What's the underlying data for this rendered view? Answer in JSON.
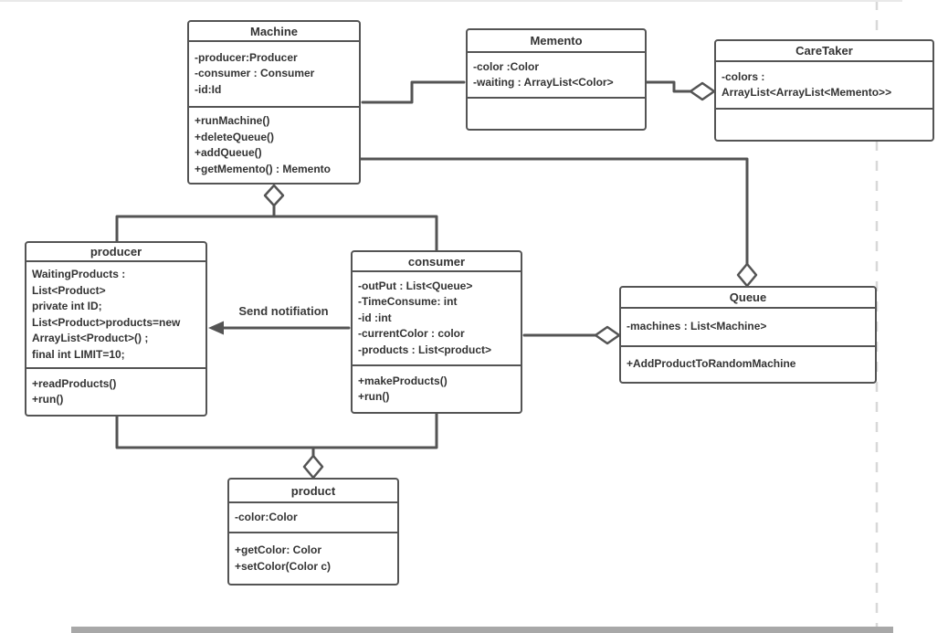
{
  "diagram": {
    "classes": {
      "machine": {
        "name": "Machine",
        "attributes": [
          "-producer:Producer",
          "-consumer : Consumer",
          "-id:Id"
        ],
        "methods": [
          "+runMachine()",
          "+deleteQueue()",
          "+addQueue()",
          "+getMemento() : Memento"
        ]
      },
      "memento": {
        "name": "Memento",
        "attributes": [
          "-color :Color",
          "-waiting : ArrayList<Color>"
        ],
        "methods": []
      },
      "caretaker": {
        "name": "CareTaker",
        "attributes": [
          "-colors :",
          "ArrayList<ArrayList<Memento>>"
        ],
        "methods": []
      },
      "producer": {
        "name": "producer",
        "attributes": [
          "WaitingProducts :",
          "List<Product>",
          "private int ID;",
          "List<Product>products=new",
          "ArrayList<Product>() ;",
          "final int LIMIT=10;"
        ],
        "methods": [
          "+readProducts()",
          "+run()"
        ]
      },
      "consumer": {
        "name": "consumer",
        "attributes": [
          "-outPut : List<Queue>",
          "-TimeConsume: int",
          "-id :int",
          "-currentColor : color",
          "-products : List<product>"
        ],
        "methods": [
          "+makeProducts()",
          "+run()"
        ]
      },
      "queue": {
        "name": "Queue",
        "attributes": [
          "-machines : List<Machine>"
        ],
        "methods": [
          "+AddProductToRandomMachine"
        ]
      },
      "product": {
        "name": "product",
        "attributes": [
          "-color:Color"
        ],
        "methods": [
          "+getColor: Color",
          "+setColor(Color c)"
        ]
      }
    },
    "labels": {
      "send_notification": "Send notifiation"
    },
    "colors": {
      "stroke": "#545454",
      "text": "#333333",
      "background": "#ffffff",
      "page_divider": "#d8d8d8",
      "top_edge": "#e9e9e9",
      "bottom_bar": "#a8a8a8"
    }
  }
}
